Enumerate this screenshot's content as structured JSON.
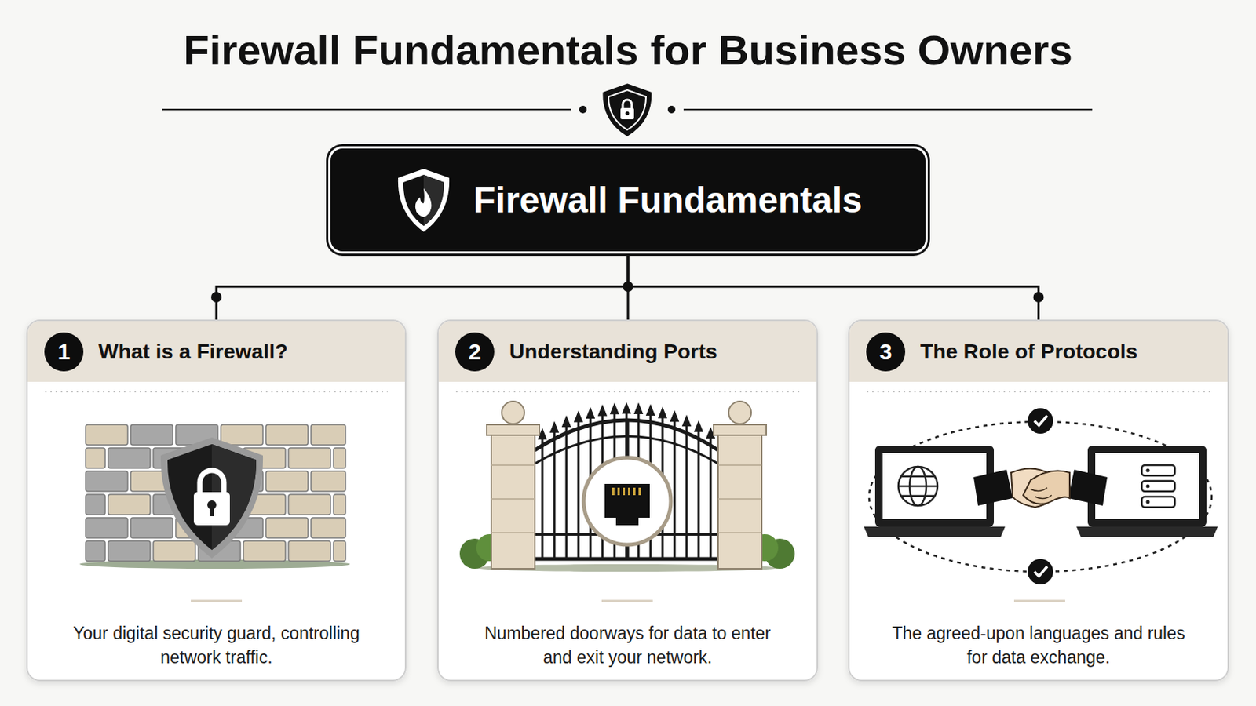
{
  "diagram": {
    "title": "Firewall Fundamentals for Business Owners",
    "nodes": [
      {
        "text": [
          "Firewall Fundamentals"
        ]
      },
      {
        "text": [
          "1",
          "What is a Firewall?",
          "Your digital security guard, controlling network traffic."
        ]
      },
      {
        "text": [
          "2",
          "Understanding Ports",
          "Numbered doorways for data to enter and exit your network."
        ]
      },
      {
        "text": [
          "3",
          "The Role of Protocols",
          "The agreed-upon languages and rules for data exchange."
        ]
      }
    ],
    "edges": [
      {
        "from": 0,
        "to": 1,
        "arrow": "none"
      },
      {
        "from": 0,
        "to": 2,
        "arrow": "none"
      },
      {
        "from": 0,
        "to": 3,
        "arrow": "none"
      }
    ]
  }
}
